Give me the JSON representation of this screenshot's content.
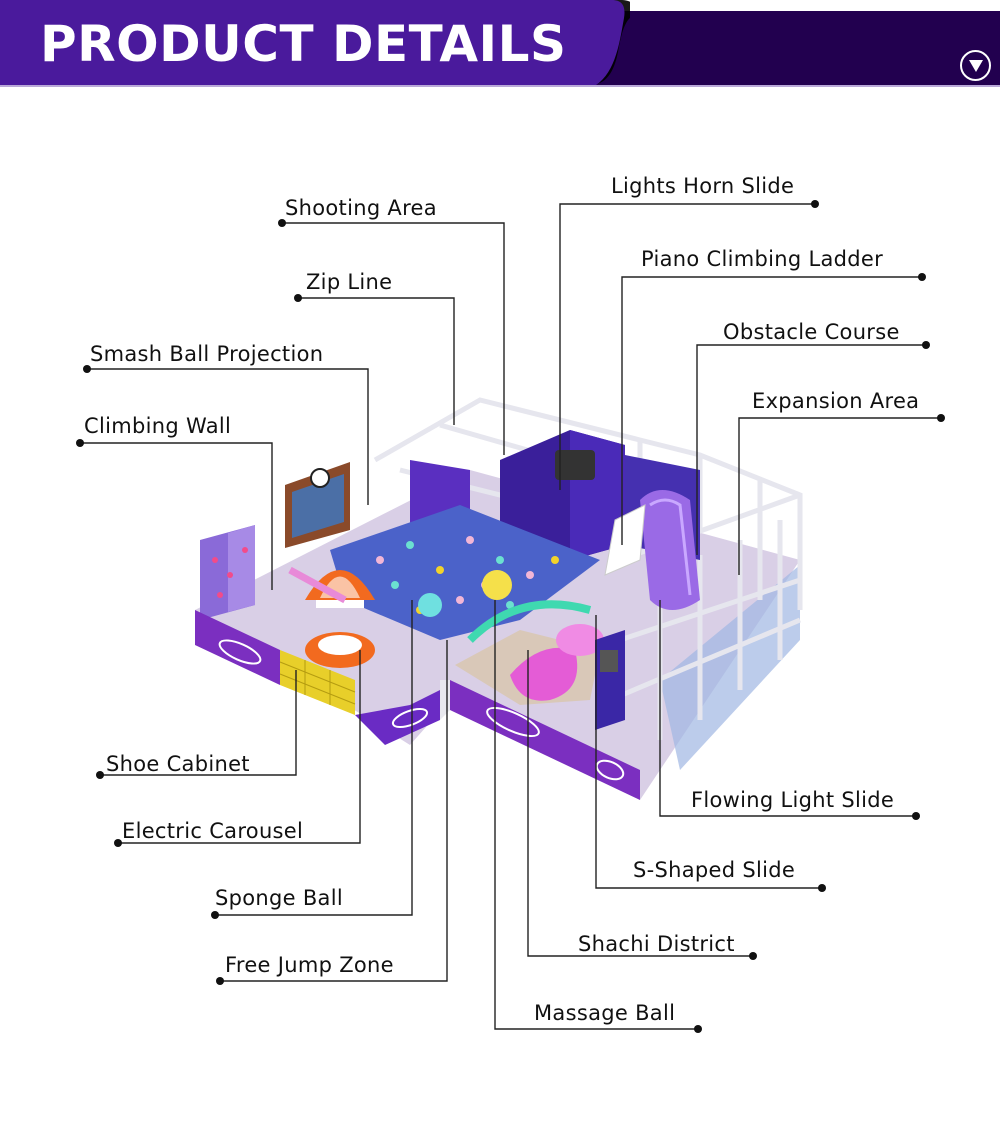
{
  "header": {
    "title": "PRODUCT DETAILS",
    "icon": "chevron-down-circle-icon",
    "colors": {
      "tab": "#4a1a9c",
      "band": "#22004f",
      "text": "#ffffff"
    }
  },
  "illustration": {
    "subject": "indoor-playground-isometric",
    "colors": {
      "primary_purple": "#6a2bc4",
      "magenta": "#c13ad6",
      "teal": "#3fd9b0",
      "orange": "#f26a1f",
      "yellow": "#f2d32b",
      "frame_white": "#e8e8ee"
    }
  },
  "callouts": {
    "left": [
      {
        "id": "shooting-area",
        "label": "Shooting Area"
      },
      {
        "id": "zip-line",
        "label": "Zip Line"
      },
      {
        "id": "smash-ball-projection",
        "label": "Smash Ball Projection"
      },
      {
        "id": "climbing-wall",
        "label": "Climbing Wall"
      },
      {
        "id": "shoe-cabinet",
        "label": "Shoe Cabinet"
      },
      {
        "id": "electric-carousel",
        "label": "Electric Carousel"
      },
      {
        "id": "sponge-ball",
        "label": "Sponge Ball"
      },
      {
        "id": "free-jump-zone",
        "label": "Free Jump Zone"
      }
    ],
    "right": [
      {
        "id": "lights-horn-slide",
        "label": "Lights Horn Slide"
      },
      {
        "id": "piano-climbing-ladder",
        "label": "Piano Climbing Ladder"
      },
      {
        "id": "obstacle-course",
        "label": "Obstacle Course"
      },
      {
        "id": "expansion-area",
        "label": "Expansion Area"
      },
      {
        "id": "flowing-light-slide",
        "label": "Flowing Light Slide"
      },
      {
        "id": "s-shaped-slide",
        "label": "S-Shaped Slide"
      },
      {
        "id": "shachi-district",
        "label": "Shachi District"
      },
      {
        "id": "massage-ball",
        "label": "Massage Ball"
      }
    ]
  }
}
